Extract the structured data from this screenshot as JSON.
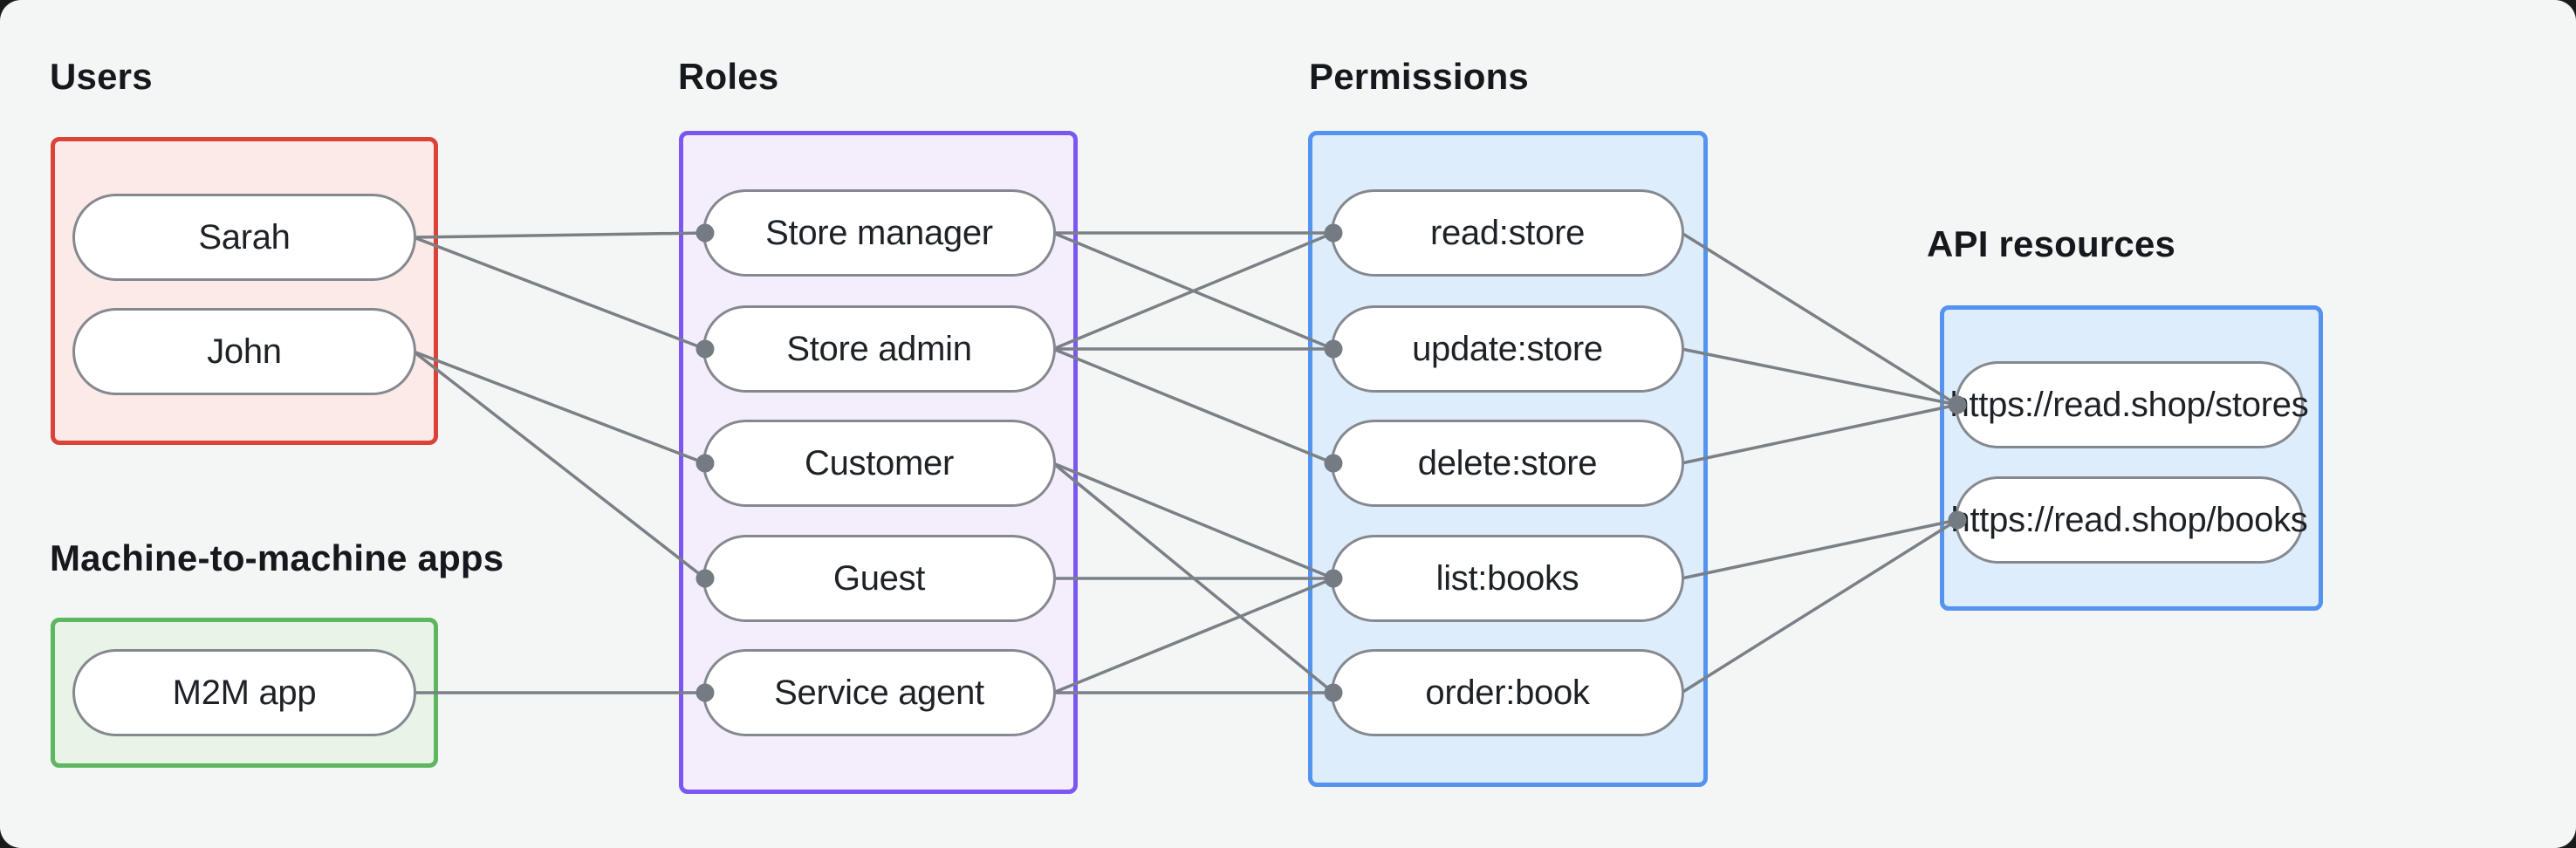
{
  "diagram": {
    "background": "#F4F6F5",
    "outer_background": "#161D18",
    "line_color": "#7A8086",
    "dot_color": "#757B82",
    "node_style": {
      "fill": "#FFFFFF",
      "border": "#85898F",
      "text_color": "#1E2227"
    },
    "groups": [
      {
        "id": "users",
        "label": "Users",
        "border": "#DB4238",
        "fill": "#FBEAE8",
        "nodes": [
          "Sarah",
          "John"
        ]
      },
      {
        "id": "m2m",
        "label": "Machine-to-machine apps",
        "border": "#5FB661",
        "fill": "#E9F4E8",
        "nodes": [
          "M2M app"
        ]
      },
      {
        "id": "roles",
        "label": "Roles",
        "border": "#7B57F2",
        "fill": "#F4EEFC",
        "nodes": [
          "Store manager",
          "Store admin",
          "Customer",
          "Guest",
          "Service agent"
        ]
      },
      {
        "id": "permissions",
        "label": "Permissions",
        "border": "#5493F0",
        "fill": "#DEEDFB",
        "nodes": [
          "read:store",
          "update:store",
          "delete:store",
          "list:books",
          "order:book"
        ]
      },
      {
        "id": "api",
        "label": "API resources",
        "border": "#5493F0",
        "fill": "#DEEDFB",
        "nodes": [
          "https://read.shop/stores",
          "https://read.shop/books"
        ]
      }
    ],
    "connections": [
      {
        "from": "Sarah",
        "to": "Store manager"
      },
      {
        "from": "Sarah",
        "to": "Store admin"
      },
      {
        "from": "John",
        "to": "Customer"
      },
      {
        "from": "John",
        "to": "Guest"
      },
      {
        "from": "M2M app",
        "to": "Service agent"
      },
      {
        "from": "Store manager",
        "to": "read:store"
      },
      {
        "from": "Store manager",
        "to": "update:store"
      },
      {
        "from": "Store admin",
        "to": "read:store"
      },
      {
        "from": "Store admin",
        "to": "update:store"
      },
      {
        "from": "Store admin",
        "to": "delete:store"
      },
      {
        "from": "Customer",
        "to": "list:books"
      },
      {
        "from": "Customer",
        "to": "order:book"
      },
      {
        "from": "Guest",
        "to": "list:books"
      },
      {
        "from": "Service agent",
        "to": "list:books"
      },
      {
        "from": "Service agent",
        "to": "order:book"
      },
      {
        "from": "read:store",
        "to": "https://read.shop/stores"
      },
      {
        "from": "update:store",
        "to": "https://read.shop/stores"
      },
      {
        "from": "delete:store",
        "to": "https://read.shop/stores"
      },
      {
        "from": "list:books",
        "to": "https://read.shop/books"
      },
      {
        "from": "order:book",
        "to": "https://read.shop/books"
      }
    ]
  }
}
